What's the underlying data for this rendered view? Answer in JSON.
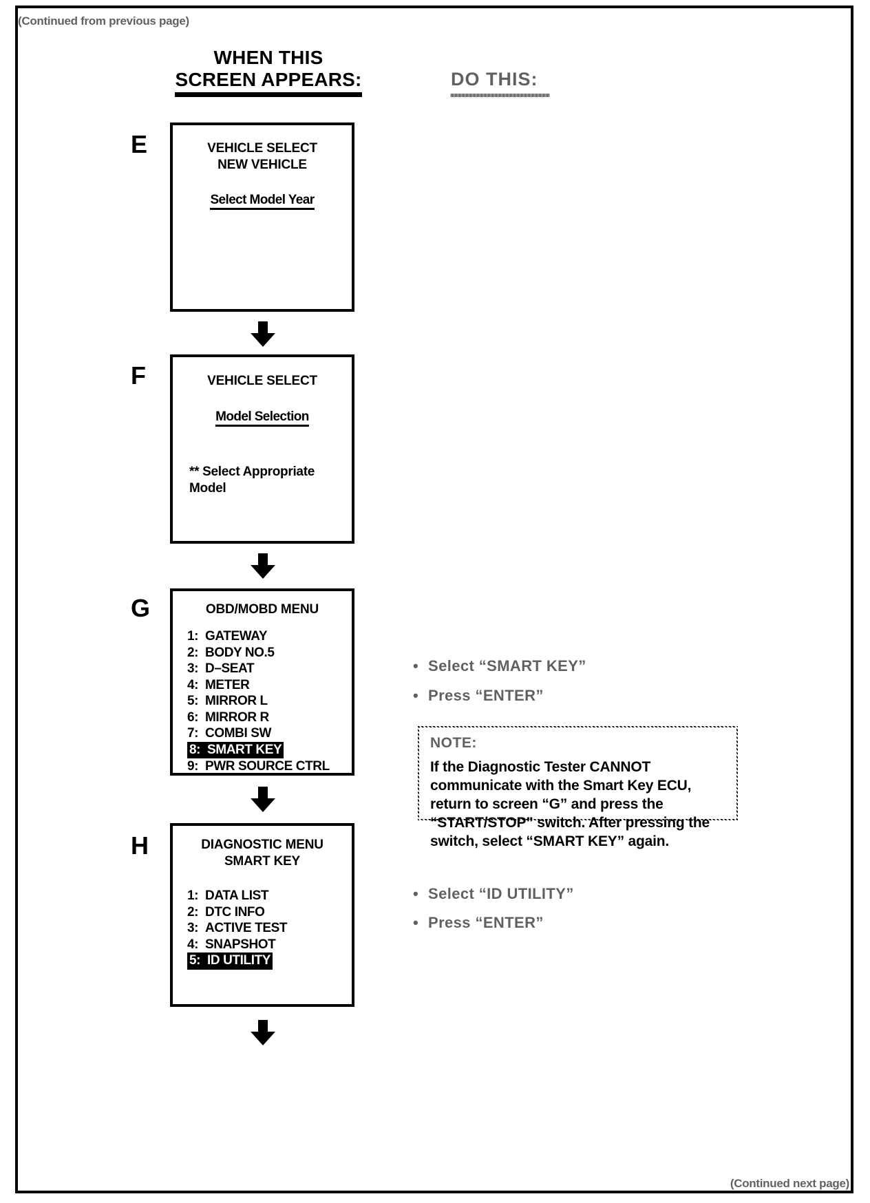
{
  "page": {
    "continued_from": "(Continued from previous page)",
    "continued_next": "(Continued next page)"
  },
  "headers": {
    "when_line1": "WHEN THIS",
    "when_line2": "SCREEN APPEARS:",
    "do_this": "DO THIS:"
  },
  "screens": {
    "E": {
      "letter": "E",
      "title_line1": "VEHICLE SELECT",
      "title_line2": "NEW VEHICLE",
      "subtitle": "Select Model Year"
    },
    "F": {
      "letter": "F",
      "title_line1": "VEHICLE SELECT",
      "subtitle": "Model Selection",
      "note_line1": "** Select Appropriate",
      "note_line2": "Model"
    },
    "G": {
      "letter": "G",
      "title_line1": "OBD/MOBD MENU",
      "items": [
        {
          "num": "1:",
          "label": "GATEWAY",
          "highlight": false
        },
        {
          "num": "2:",
          "label": "BODY NO.5",
          "highlight": false
        },
        {
          "num": "3:",
          "label": "D–SEAT",
          "highlight": false
        },
        {
          "num": "4:",
          "label": "METER",
          "highlight": false
        },
        {
          "num": "5:",
          "label": "MIRROR L",
          "highlight": false
        },
        {
          "num": "6:",
          "label": "MIRROR R",
          "highlight": false
        },
        {
          "num": "7:",
          "label": "COMBI SW",
          "highlight": false
        },
        {
          "num": "8:",
          "label": "SMART KEY",
          "highlight": true
        },
        {
          "num": "9:",
          "label": "PWR SOURCE CTRL",
          "highlight": false
        }
      ],
      "actions": [
        "Select  “SMART KEY”",
        "Press “ENTER”"
      ]
    },
    "H": {
      "letter": "H",
      "title_line1": "DIAGNOSTIC MENU",
      "title_line2": "SMART KEY",
      "items": [
        {
          "num": "1:",
          "label": "DATA LIST",
          "highlight": false
        },
        {
          "num": "2:",
          "label": "DTC INFO",
          "highlight": false
        },
        {
          "num": "3:",
          "label": "ACTIVE TEST",
          "highlight": false
        },
        {
          "num": "4:",
          "label": "SNAPSHOT",
          "highlight": false
        },
        {
          "num": "5:",
          "label": "ID UTILITY",
          "highlight": true
        }
      ],
      "actions": [
        "Select “ID UTILITY”",
        "Press “ENTER”"
      ]
    }
  },
  "note": {
    "label": "NOTE:",
    "body": "If the Diagnostic Tester CANNOT communicate with the Smart Key ECU, return to screen “G” and press the “START/STOP” switch. After pressing the switch, select “SMART KEY” again."
  },
  "icons": {
    "arrow_down": "arrow-down-icon",
    "bullet": "•"
  },
  "colors": {
    "ink": "#000000",
    "paper": "#ffffff",
    "highlight_bg": "#000000",
    "highlight_fg": "#ffffff"
  }
}
